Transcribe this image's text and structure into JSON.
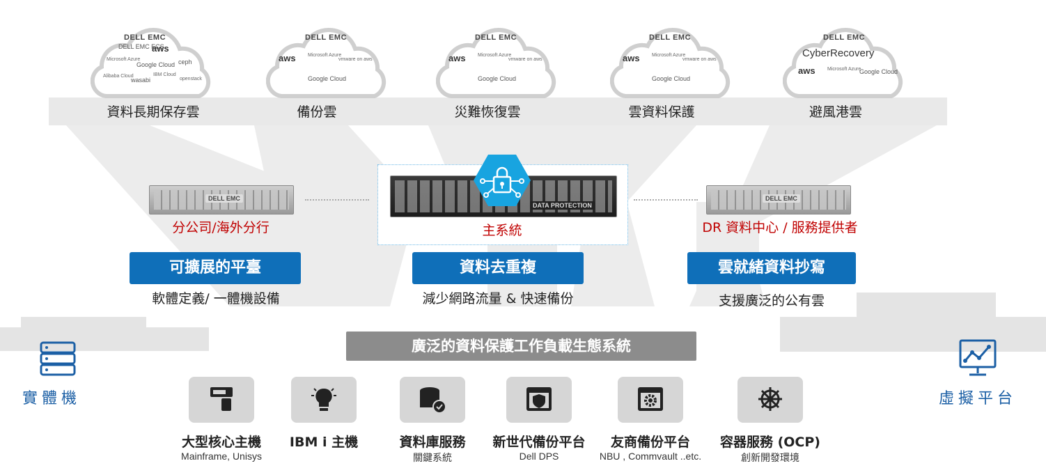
{
  "clouds": [
    {
      "label": "資料長期保存雲",
      "logos": [
        "DELL EMC",
        "DELL EMC ECS",
        "aws",
        "Microsoft Azure",
        "Google Cloud",
        "ceph",
        "Alibaba Cloud",
        "wasabi",
        "IBM Cloud",
        "openstack"
      ]
    },
    {
      "label": "備份雲",
      "logos": [
        "DELL EMC",
        "aws",
        "Microsoft Azure",
        "vmware on aws",
        "Google Cloud"
      ]
    },
    {
      "label": "災難恢復雲",
      "logos": [
        "DELL EMC",
        "aws",
        "Microsoft Azure",
        "vmware on aws",
        "Google Cloud"
      ]
    },
    {
      "label": "雲資料保護",
      "logos": [
        "DELL EMC",
        "aws",
        "Microsoft Azure",
        "vmware on aws",
        "Google Cloud"
      ]
    },
    {
      "label": "避風港雲",
      "logos": [
        "DELL EMC",
        "CyberRecovery",
        "aws",
        "Microsoft Azure",
        "Google Cloud"
      ]
    }
  ],
  "systems": {
    "branch": {
      "label": "分公司/海外分行",
      "badge": "DELL EMC"
    },
    "main": {
      "label": "主系統",
      "badge": "DATA PROTECTION"
    },
    "dr": {
      "label": "DR 資料中心 / 服務提供者",
      "badge": "DELL EMC"
    }
  },
  "features": [
    {
      "title": "可擴展的平臺",
      "desc": "軟體定義/ 一體機設備"
    },
    {
      "title": "資料去重複",
      "desc": "減少網路流量 & 快速備份"
    },
    {
      "title": "雲就緒資料抄寫",
      "desc": "支援廣泛的公有雲"
    }
  ],
  "ecosystem": {
    "title": "廣泛的資料保護工作負載生態系統"
  },
  "side": {
    "left": "實體機",
    "right": "虛擬平台"
  },
  "workloads": [
    {
      "title": "大型核心主機",
      "sub": "Mainframe, Unisys",
      "icon": "mainframe-icon"
    },
    {
      "title": "IBM i 主機",
      "sub": "",
      "icon": "lightbulb-icon"
    },
    {
      "title": "資料庫服務",
      "sub": "關鍵系統",
      "icon": "database-icon"
    },
    {
      "title": "新世代備份平台",
      "sub": "Dell DPS",
      "icon": "shield-window-icon"
    },
    {
      "title": "友商備份平台",
      "sub": "NBU , Commvault ..etc.",
      "icon": "gear-window-icon"
    },
    {
      "title": "容器服務 (OCP)",
      "sub": "創新開發環境",
      "icon": "helm-icon"
    }
  ],
  "colors": {
    "accent": "#0f6fb9",
    "red": "#c00000",
    "gray_bar": "#8c8c8c",
    "tile": "#d6d6d6",
    "lock_badge": "#18a4e0"
  }
}
